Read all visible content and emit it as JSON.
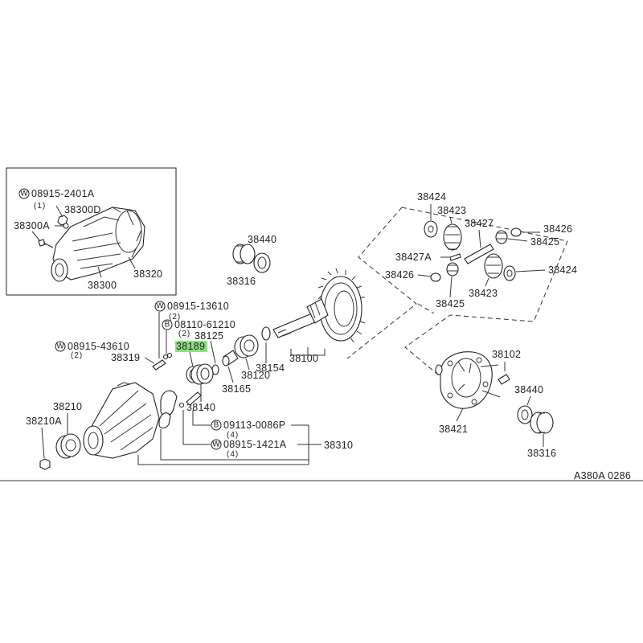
{
  "labels": {
    "w_08915_2401A": "08915-2401A",
    "qty_1": "(1)",
    "p38300D": "38300D",
    "p38300A": "38300A",
    "p38300": "38300",
    "p38320": "38320",
    "w_08915_13610": "08915-13610",
    "qty_2a": "(2)",
    "b_08110_61210": "08110-61210",
    "qty_2b": "(2)",
    "w_08915_43610": "08915-43610",
    "qty_2c": "(2)",
    "p38319": "38319",
    "p38125": "38125",
    "p38189": "38189",
    "p38120": "38120",
    "p38165": "38165",
    "p38140": "38140",
    "p38154": "38154",
    "p38100": "38100",
    "p38440a": "38440",
    "p38316a": "38316",
    "p38210": "38210",
    "p38210A": "38210A",
    "b_09113_0086P": "09113-0086P",
    "qty_4a": "(4)",
    "w_08915_1421A": "08915-1421A",
    "qty_4b": "(4)",
    "p38310": "38310",
    "p38424a": "38424",
    "p38423a": "38423",
    "p38427": "38427",
    "p38426a": "38426",
    "p38425a": "38425",
    "p38427A": "38427A",
    "p38424b": "38424",
    "p38426b": "38426",
    "p38423b": "38423",
    "p38425b": "38425",
    "p38102": "38102",
    "p38440b": "38440",
    "p38421": "38421",
    "p38316b": "38316",
    "code": "A380A 0286"
  },
  "markers": {
    "washer": "W",
    "bolt": "B"
  },
  "highlight": {
    "part": "38189",
    "color": "#8fe07f"
  }
}
